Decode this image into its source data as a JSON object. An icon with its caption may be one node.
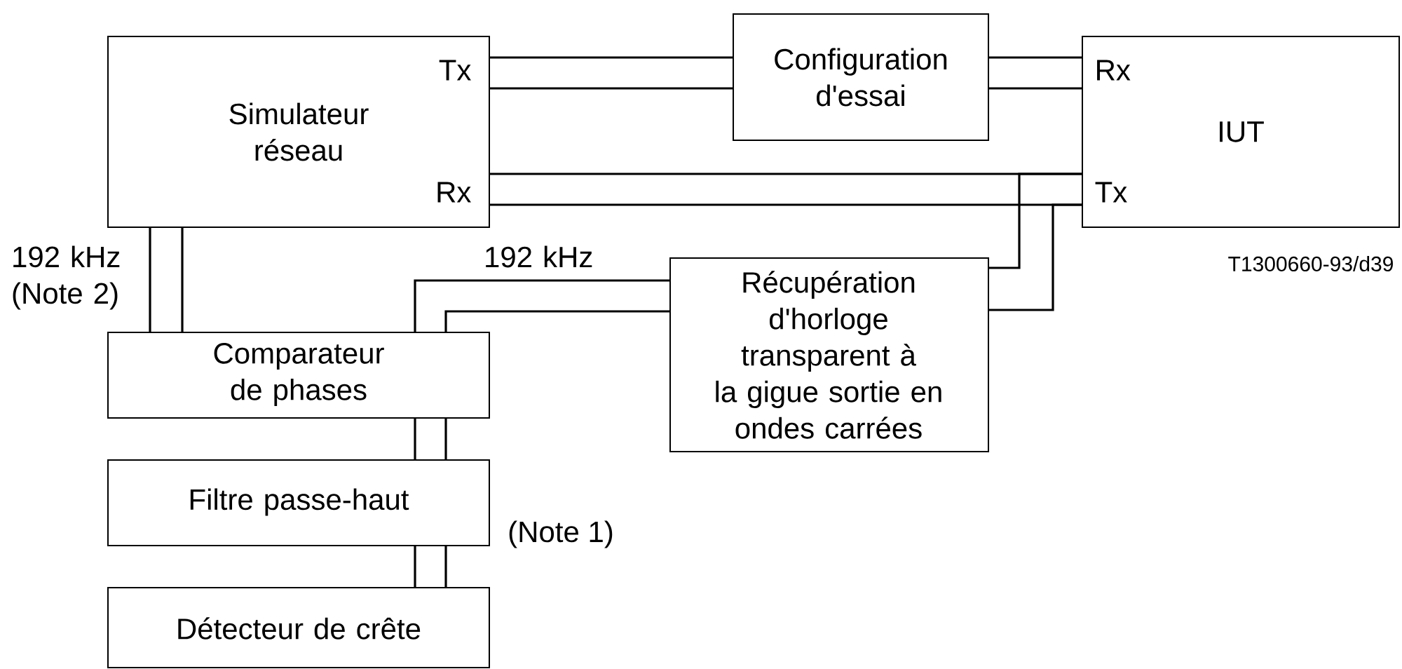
{
  "diagram": {
    "nodes": [
      {
        "text": [
          "Simulateur réseau",
          "Tx",
          "Rx"
        ]
      },
      {
        "text": [
          "Configuration d'essai"
        ]
      },
      {
        "text": [
          "IUT",
          "Rx",
          "Tx"
        ]
      },
      {
        "text": [
          "Comparateur de phases"
        ]
      },
      {
        "text": [
          "Récupération d'horloge transparent à la gigue sortie en ondes carrées"
        ]
      },
      {
        "text": [
          "Filtre passe-haut"
        ]
      },
      {
        "text": [
          "Détecteur de crête"
        ]
      }
    ],
    "edges": [
      {
        "from": 0,
        "to": 1,
        "arrow": "none"
      },
      {
        "from": 1,
        "to": 2,
        "arrow": "none"
      },
      {
        "from": 0,
        "to": 2,
        "arrow": "none"
      },
      {
        "from": 2,
        "to": 4,
        "arrow": "none"
      },
      {
        "from": 4,
        "to": 3,
        "arrow": "none",
        "label": "192 kHz"
      },
      {
        "from": 0,
        "to": 3,
        "arrow": "none",
        "label": "192 kHz (Note 2)"
      },
      {
        "from": 3,
        "to": 5,
        "arrow": "none"
      },
      {
        "from": 5,
        "to": 6,
        "arrow": "none"
      }
    ],
    "labels": [
      "T1300660-93/d39",
      "(Note 1)"
    ]
  }
}
